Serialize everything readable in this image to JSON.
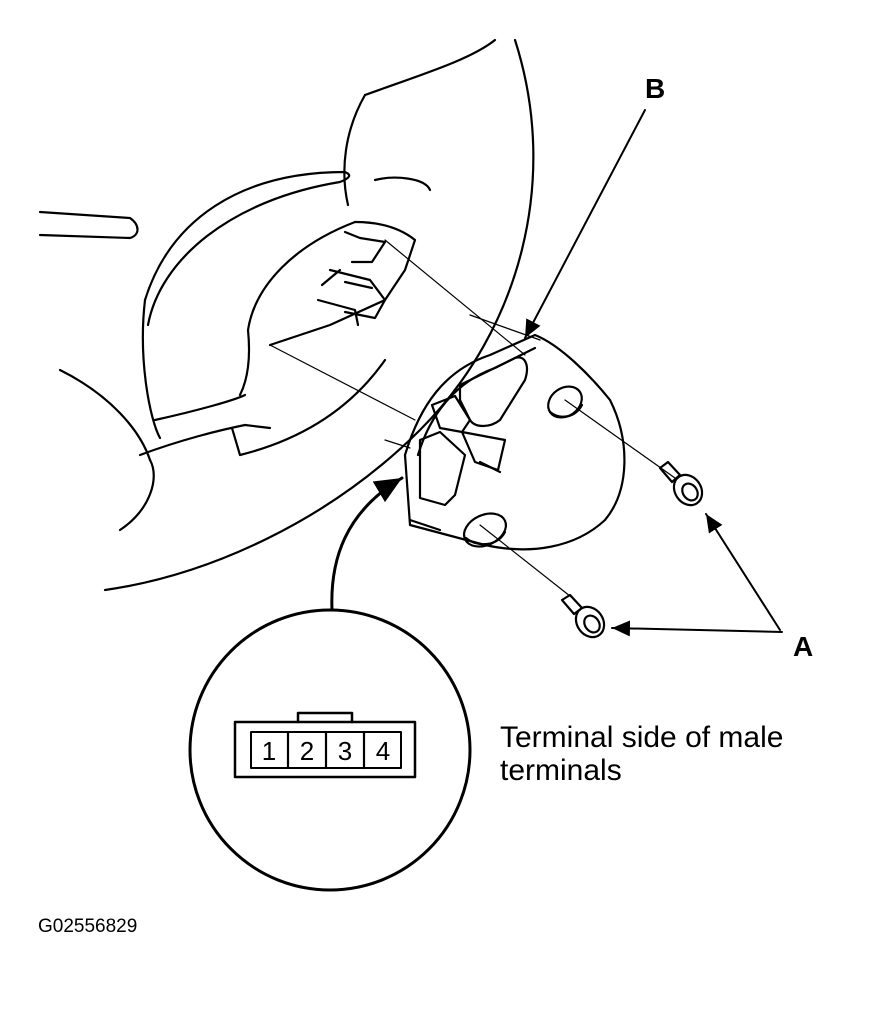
{
  "figure_id": "G02556829",
  "callouts": {
    "a": "A",
    "b": "B"
  },
  "caption": {
    "line1": "Terminal side of male",
    "line2": "terminals"
  },
  "connector": {
    "terminals": [
      "1",
      "2",
      "3",
      "4"
    ]
  }
}
